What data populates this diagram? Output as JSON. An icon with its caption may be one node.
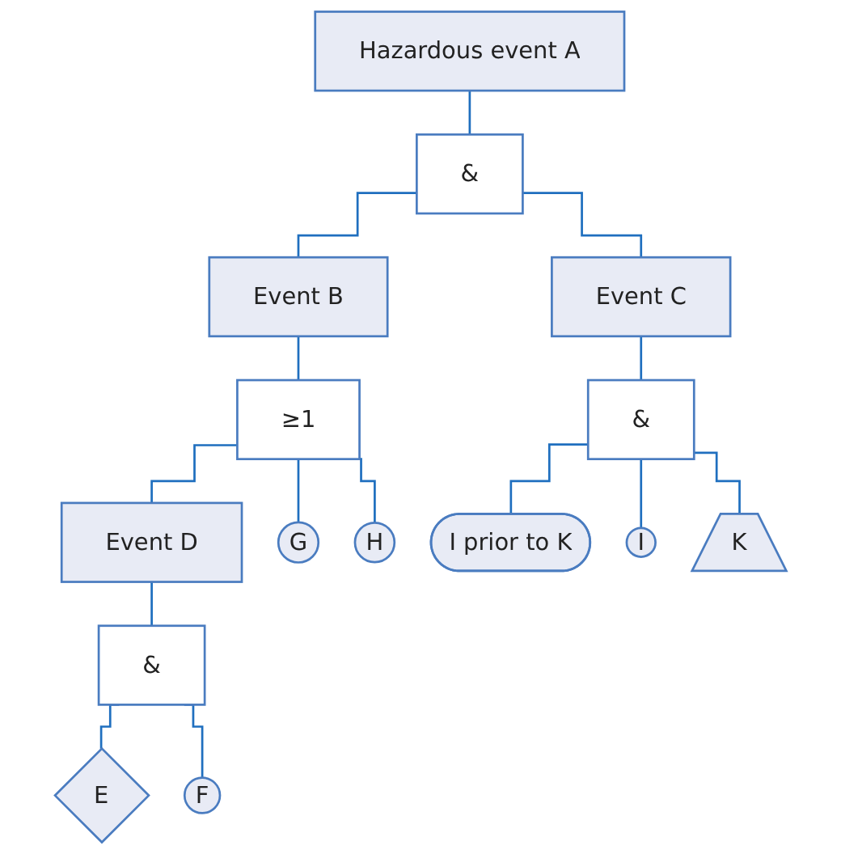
{
  "diagram": {
    "nodes": [
      {
        "text": [
          "Hazardous event A"
        ]
      },
      {
        "text": [
          "&"
        ]
      },
      {
        "text": [
          "Event B"
        ]
      },
      {
        "text": [
          "Event C"
        ]
      },
      {
        "text": [
          "≥1"
        ]
      },
      {
        "text": [
          "&"
        ]
      },
      {
        "text": [
          "I prior to K"
        ]
      },
      {
        "text": [
          "Event D"
        ]
      },
      {
        "text": [
          "&"
        ]
      },
      {
        "text": [
          "E"
        ]
      },
      {
        "text": [
          "F"
        ]
      },
      {
        "text": [
          "G"
        ]
      },
      {
        "text": [
          "H"
        ]
      },
      {
        "text": [
          "I"
        ]
      },
      {
        "text": [
          "K"
        ]
      }
    ],
    "edges": [
      {
        "from": 0,
        "to": 1,
        "arrow": "none"
      },
      {
        "from": 1,
        "to": 2,
        "arrow": "none"
      },
      {
        "from": 1,
        "to": 3,
        "arrow": "none"
      },
      {
        "from": 2,
        "to": 4,
        "arrow": "none"
      },
      {
        "from": 3,
        "to": 5,
        "arrow": "none"
      },
      {
        "from": 5,
        "to": 6,
        "arrow": "none"
      },
      {
        "from": 4,
        "to": 7,
        "arrow": "none"
      },
      {
        "from": 4,
        "to": 11,
        "arrow": "none"
      },
      {
        "from": 4,
        "to": 12,
        "arrow": "none"
      },
      {
        "from": 7,
        "to": 8,
        "arrow": "none"
      },
      {
        "from": 8,
        "to": 9,
        "arrow": "none"
      },
      {
        "from": 8,
        "to": 10,
        "arrow": "none"
      },
      {
        "from": 5,
        "to": 13,
        "arrow": "none"
      },
      {
        "from": 5,
        "to": 14,
        "arrow": "none"
      }
    ]
  }
}
